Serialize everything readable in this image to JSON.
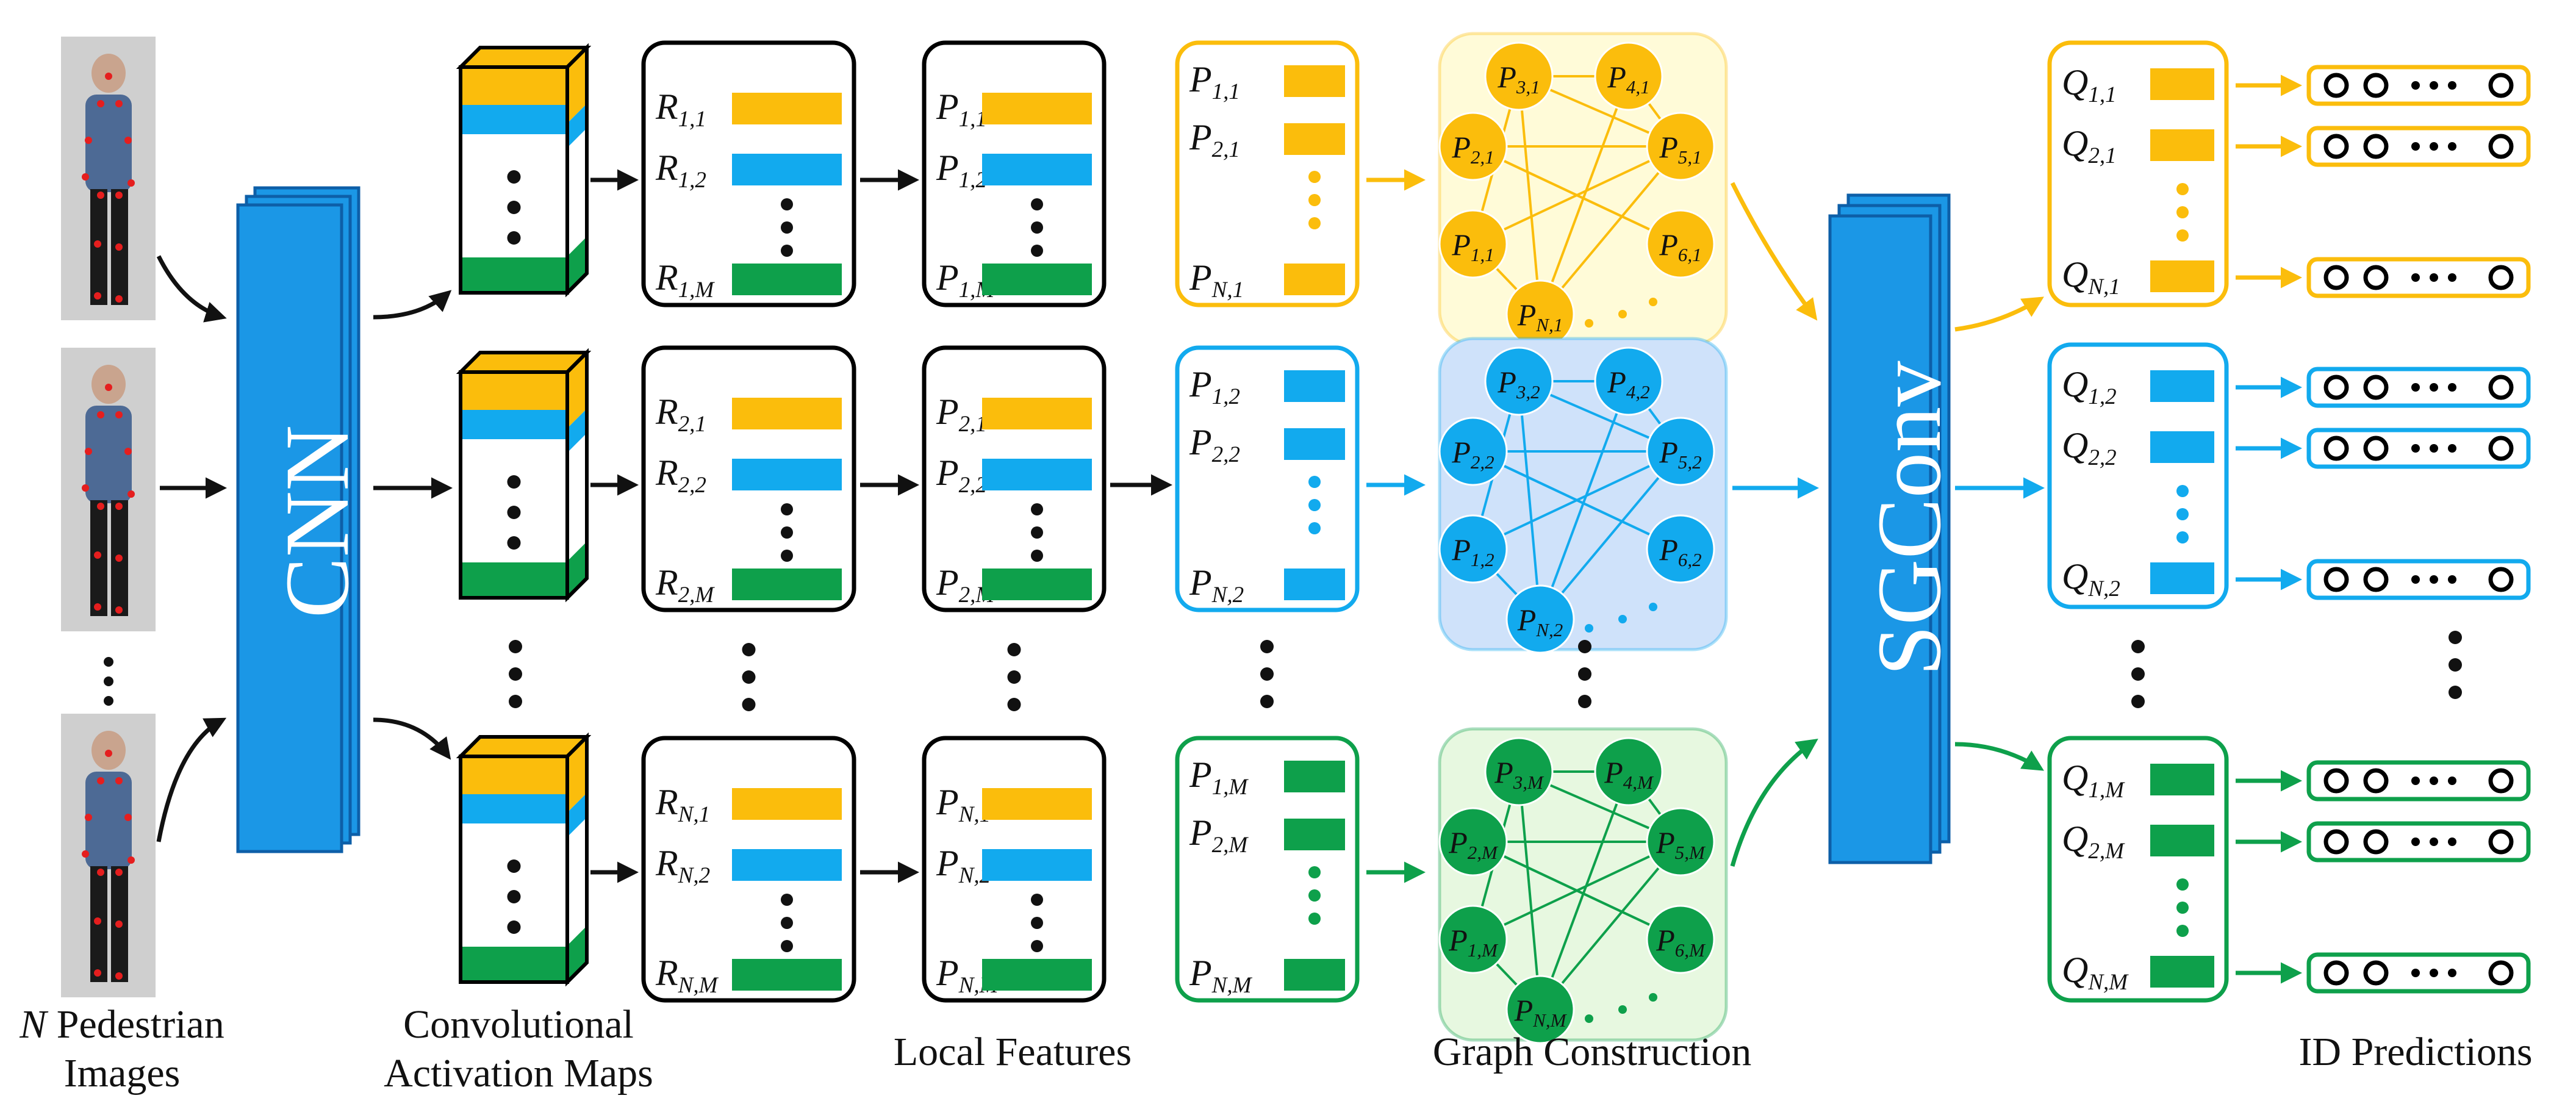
{
  "colors": {
    "yellow": "#fbbd0c",
    "blue": "#12aaee",
    "green": "#0ea04b",
    "black": "#111111",
    "cnn": "#1b97e6",
    "cnn_edge": "#0d5fa8",
    "graph_yellow": "#fffbd8",
    "graph_blue": "#cfe2fa",
    "graph_green": "#e7f8e0",
    "skin": "#c9a48e",
    "ped_shirt": "#4d6a95",
    "ped_pants": "#1a1a1a",
    "ped_bg": "#cfcfcf",
    "keypoint": "#e51e1e"
  },
  "labels": {
    "cnn": "CNN",
    "sgconv": "SGConv",
    "caption_pedestrian_italic": "N",
    "caption_pedestrian_1": "Pedestrian",
    "caption_pedestrian_2": "Images",
    "caption_activation_1": "Convolutional",
    "caption_activation_2": "Activation Maps",
    "caption_local": "Local Features",
    "caption_graph": "Graph Construction",
    "caption_id": "ID Predictions"
  },
  "region_groups": [
    {
      "rows": [
        {
          "base": "R",
          "sub": "1,1",
          "color": "yellow"
        },
        {
          "base": "R",
          "sub": "1,2",
          "color": "blue"
        },
        {
          "base": "R",
          "sub": "1,M",
          "color": "green"
        }
      ]
    },
    {
      "rows": [
        {
          "base": "R",
          "sub": "2,1",
          "color": "yellow"
        },
        {
          "base": "R",
          "sub": "2,2",
          "color": "blue"
        },
        {
          "base": "R",
          "sub": "2,M",
          "color": "green"
        }
      ]
    },
    {
      "rows": [
        {
          "base": "R",
          "sub": "N,1",
          "color": "yellow"
        },
        {
          "base": "R",
          "sub": "N,2",
          "color": "blue"
        },
        {
          "base": "R",
          "sub": "N,M",
          "color": "green"
        }
      ]
    }
  ],
  "local_groups": [
    {
      "rows": [
        {
          "base": "P",
          "sub": "1,1",
          "color": "yellow"
        },
        {
          "base": "P",
          "sub": "1,2",
          "color": "blue"
        },
        {
          "base": "P",
          "sub": "1,M",
          "color": "green"
        }
      ]
    },
    {
      "rows": [
        {
          "base": "P",
          "sub": "2,1",
          "color": "yellow"
        },
        {
          "base": "P",
          "sub": "2,2",
          "color": "blue"
        },
        {
          "base": "P",
          "sub": "2,M",
          "color": "green"
        }
      ]
    },
    {
      "rows": [
        {
          "base": "P",
          "sub": "N,1",
          "color": "yellow"
        },
        {
          "base": "P",
          "sub": "N,2",
          "color": "blue"
        },
        {
          "base": "P",
          "sub": "N,M",
          "color": "green"
        }
      ]
    }
  ],
  "part_groups": [
    {
      "color": "yellow",
      "rows": [
        {
          "base": "P",
          "sub": "1,1"
        },
        {
          "base": "P",
          "sub": "2,1"
        },
        {
          "base": "P",
          "sub": "N,1"
        }
      ]
    },
    {
      "color": "blue",
      "rows": [
        {
          "base": "P",
          "sub": "1,2"
        },
        {
          "base": "P",
          "sub": "2,2"
        },
        {
          "base": "P",
          "sub": "N,2"
        }
      ]
    },
    {
      "color": "green",
      "rows": [
        {
          "base": "P",
          "sub": "1,M"
        },
        {
          "base": "P",
          "sub": "2,M"
        },
        {
          "base": "P",
          "sub": "N,M"
        }
      ]
    }
  ],
  "graphs": [
    {
      "color": "yellow",
      "bg": "graph_yellow",
      "nodes": [
        "3,1",
        "4,1",
        "2,1",
        "5,1",
        "1,1",
        "6,1",
        "N,1"
      ]
    },
    {
      "color": "blue",
      "bg": "graph_blue",
      "nodes": [
        "3,2",
        "4,2",
        "2,2",
        "5,2",
        "1,2",
        "6,2",
        "N,2"
      ]
    },
    {
      "color": "green",
      "bg": "graph_green",
      "nodes": [
        "3,M",
        "4,M",
        "2,M",
        "5,M",
        "1,M",
        "6,M",
        "N,M"
      ]
    }
  ],
  "output_groups": [
    {
      "color": "yellow",
      "rows": [
        {
          "base": "Q",
          "sub": "1,1"
        },
        {
          "base": "Q",
          "sub": "2,1"
        },
        {
          "base": "Q",
          "sub": "N,1"
        }
      ]
    },
    {
      "color": "blue",
      "rows": [
        {
          "base": "Q",
          "sub": "1,2"
        },
        {
          "base": "Q",
          "sub": "2,2"
        },
        {
          "base": "Q",
          "sub": "N,2"
        }
      ]
    },
    {
      "color": "green",
      "rows": [
        {
          "base": "Q",
          "sub": "1,M"
        },
        {
          "base": "Q",
          "sub": "2,M"
        },
        {
          "base": "Q",
          "sub": "N,M"
        }
      ]
    }
  ]
}
